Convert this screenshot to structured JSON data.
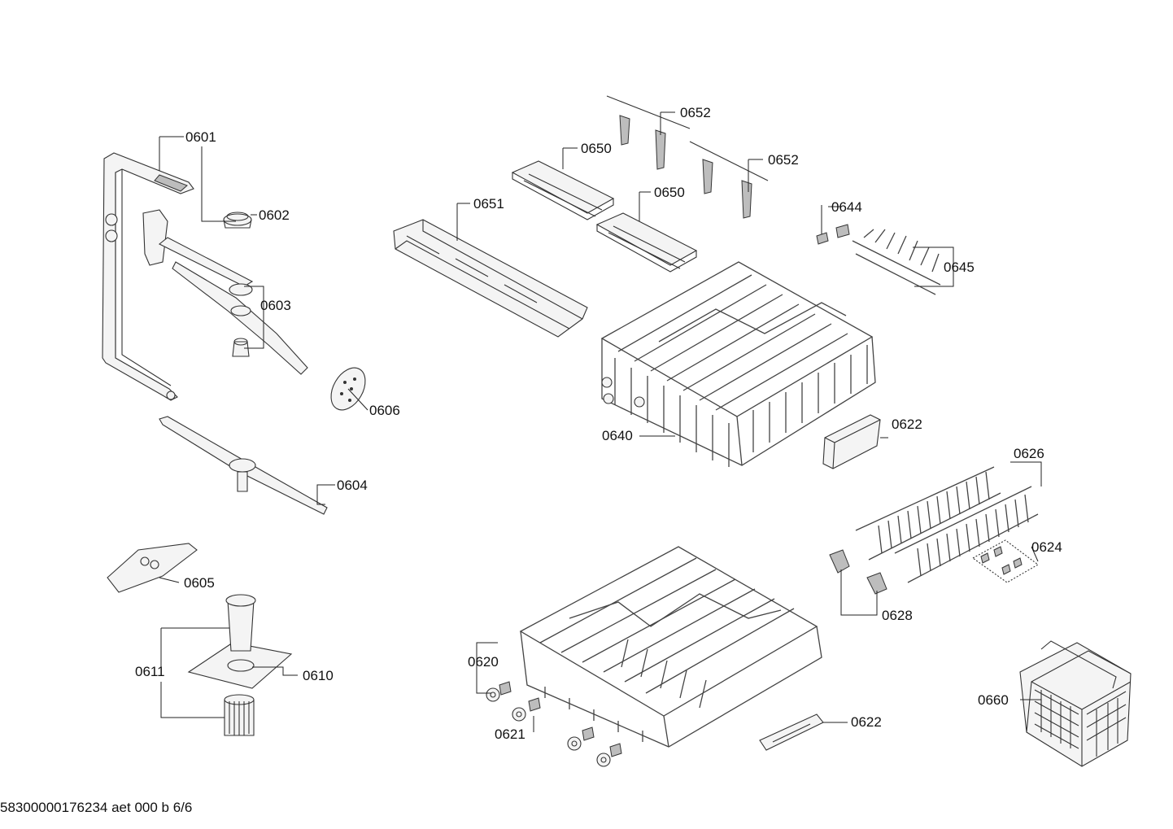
{
  "diagram": {
    "footer": "58300000176234 aet 000 b 6/6",
    "parts": [
      {
        "id": "lbl-0601",
        "text": "0601"
      },
      {
        "id": "lbl-0602",
        "text": "0602"
      },
      {
        "id": "lbl-0603",
        "text": "0603"
      },
      {
        "id": "lbl-0604",
        "text": "0604"
      },
      {
        "id": "lbl-0605",
        "text": "0605"
      },
      {
        "id": "lbl-0606",
        "text": "0606"
      },
      {
        "id": "lbl-0610",
        "text": "0610"
      },
      {
        "id": "lbl-0611",
        "text": "0611"
      },
      {
        "id": "lbl-0620",
        "text": "0620"
      },
      {
        "id": "lbl-0621",
        "text": "0621"
      },
      {
        "id": "lbl-0622a",
        "text": "0622"
      },
      {
        "id": "lbl-0622b",
        "text": "0622"
      },
      {
        "id": "lbl-0624",
        "text": "0624"
      },
      {
        "id": "lbl-0626",
        "text": "0626"
      },
      {
        "id": "lbl-0628",
        "text": "0628"
      },
      {
        "id": "lbl-0640",
        "text": "0640"
      },
      {
        "id": "lbl-0644",
        "text": "0644"
      },
      {
        "id": "lbl-0645",
        "text": "0645"
      },
      {
        "id": "lbl-0650a",
        "text": "0650"
      },
      {
        "id": "lbl-0650b",
        "text": "0650"
      },
      {
        "id": "lbl-0651",
        "text": "0651"
      },
      {
        "id": "lbl-0652a",
        "text": "0652"
      },
      {
        "id": "lbl-0652b",
        "text": "0652"
      },
      {
        "id": "lbl-0660",
        "text": "0660"
      }
    ]
  }
}
